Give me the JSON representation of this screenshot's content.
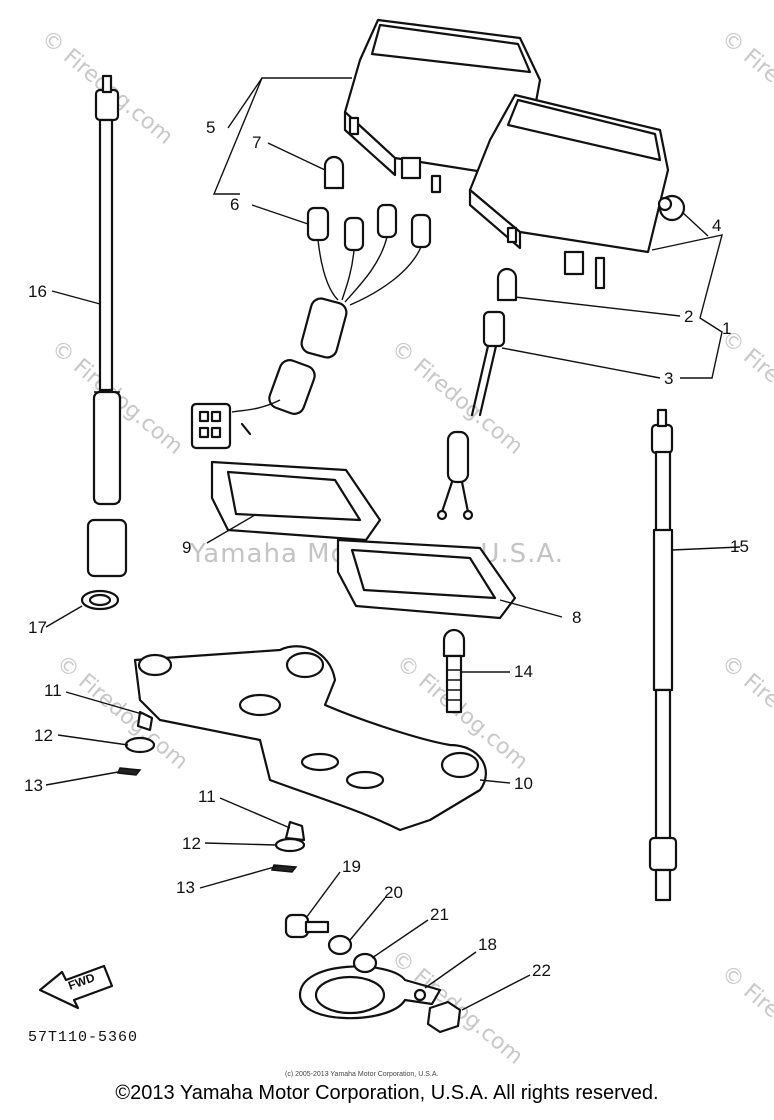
{
  "callouts": {
    "c1": "1",
    "c2": "2",
    "c3": "3",
    "c4": "4",
    "c5": "5",
    "c6": "6",
    "c7": "7",
    "c8": "8",
    "c9": "9",
    "c10": "10",
    "c11a": "11",
    "c11b": "11",
    "c12a": "12",
    "c12b": "12",
    "c13a": "13",
    "c13b": "13",
    "c14": "14",
    "c15": "15",
    "c16": "16",
    "c17": "17",
    "c18": "18",
    "c19": "19",
    "c20": "20",
    "c21": "21",
    "c22": "22"
  },
  "watermarks": {
    "firedog": "© Firedog.com",
    "center": "Yamaha Motor Corp. U.S.A."
  },
  "diagram_code": "57T110-5360",
  "fwd_label": "FWD",
  "small_credit": "(c) 2005-2013 Yamaha Motor Corporation, U.S.A.",
  "copyright": "©2013 Yamaha Motor Corporation, U.S.A. All rights reserved."
}
